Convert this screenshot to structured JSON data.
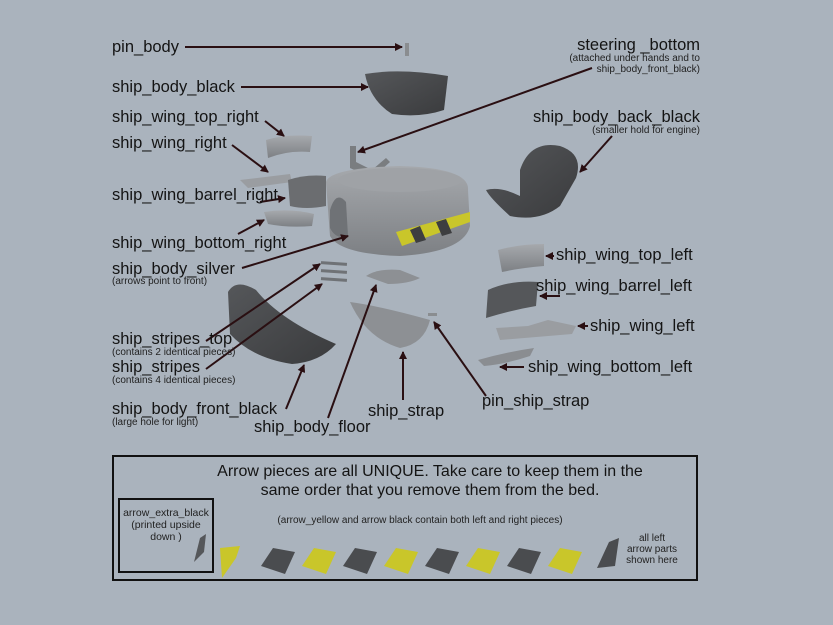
{
  "diagram": {
    "labels": {
      "pin_body": "pin_body",
      "ship_body_black": "ship_body_black",
      "ship_wing_top_right": "ship_wing_top_right",
      "ship_wing_right": "ship_wing_right",
      "ship_wing_barrel_right": "ship_wing_barrel_right",
      "ship_wing_bottom_right": "ship_wing_bottom_right",
      "ship_body_silver": "ship_body_silver",
      "ship_body_silver_note": "(arrows point to front)",
      "ship_stripes_top": "ship_stripes_top",
      "ship_stripes_top_note": "(contains 2 identical pieces)",
      "ship_stripes": "ship_stripes",
      "ship_stripes_note": "(contains 4 identical pieces)",
      "ship_body_front_black": "ship_body_front_black",
      "ship_body_front_black_note": "(large hole for light)",
      "ship_body_floor": "ship_body_floor",
      "ship_strap": "ship_strap",
      "pin_ship_strap": "pin_ship_strap",
      "steering_bottom": "steering _bottom",
      "steering_bottom_note1": "(attached under hands and to",
      "steering_bottom_note2": "ship_body_front_black)",
      "ship_body_back_black": "ship_body_back_black",
      "ship_body_back_black_note": "(smaller hold for engine)",
      "ship_wing_top_left": "ship_wing_top_left",
      "ship_wing_barrel_left": "ship_wing_barrel_left",
      "ship_wing_left": "ship_wing_left",
      "ship_wing_bottom_left": "ship_wing_bottom_left"
    },
    "note_box": {
      "headline_line1": "Arrow pieces are all UNIQUE.  Take care to keep them in the",
      "headline_line2": "same order that you remove them from the bed.",
      "parenthetical": "(arrow_yellow and arrow black contain both left and right pieces)",
      "extra_label_line1": "arrow_extra_black",
      "extra_label_line2": "(printed upside",
      "extra_label_line3": "down )",
      "all_left_line1": "all left",
      "all_left_line2": "arrow parts",
      "all_left_line3": "shown here",
      "arrow_piece_sequence": [
        "yellow",
        "black",
        "yellow",
        "black",
        "yellow",
        "black",
        "yellow",
        "black",
        "yellow",
        "black"
      ]
    },
    "colors": {
      "background": "#aab3bd",
      "leader_line": "#2a0f12",
      "silver_part": "#8d9094",
      "black_part": "#4a4c4f",
      "yellow_part": "#c9c62a"
    }
  }
}
